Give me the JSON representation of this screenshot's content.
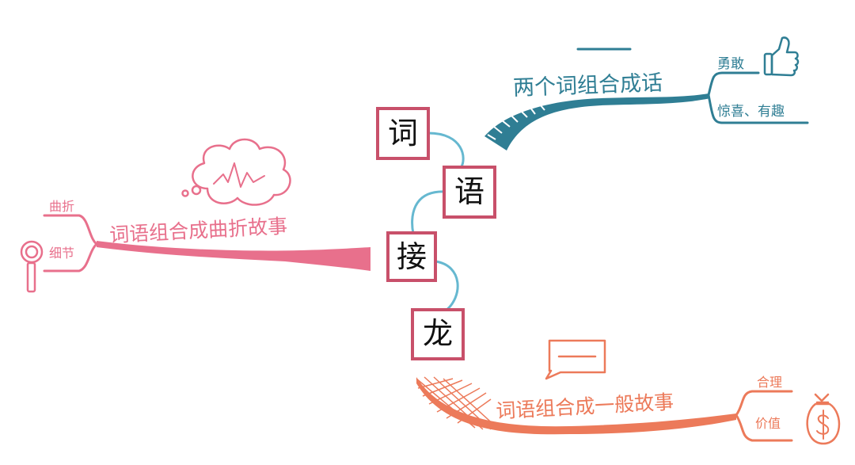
{
  "center": {
    "characters": [
      "词",
      "语",
      "接",
      "龙"
    ]
  },
  "branches": {
    "blue": {
      "label": "两个词组合成话",
      "sub_items": [
        "勇敢",
        "惊喜、有趣"
      ],
      "icon": "thumbs-up-icon",
      "color": "#2f7e94"
    },
    "pink": {
      "label": "词语组合成曲折故事",
      "sub_items": [
        "曲折",
        "细节"
      ],
      "icons": [
        "magnifier-icon",
        "thought-cloud-icon"
      ],
      "color": "#e8708c"
    },
    "orange": {
      "label": "词语组合成一般故事",
      "sub_items": [
        "合理",
        "价值"
      ],
      "icons": [
        "money-bag-icon",
        "speech-bubble-icon"
      ],
      "color": "#ec7a5a"
    }
  },
  "colors": {
    "box_border": "#c8506a",
    "connector": "#66b8d0"
  }
}
